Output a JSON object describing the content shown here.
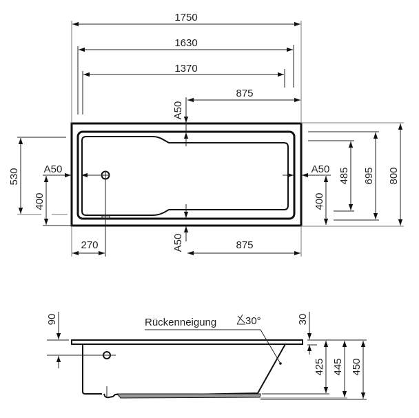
{
  "drawing": {
    "title": "Bathtub dimension drawing",
    "views": [
      "top view",
      "side view"
    ],
    "top_view": {
      "dimensions": {
        "overall_length": "1750",
        "inner_length": "1630",
        "bottom_length": "1370",
        "half_length_top": "875",
        "half_length_bottom": "875",
        "overall_width": "800",
        "inner_width": "695",
        "bottom_width": "485",
        "left_height_530": "530",
        "left_height_400": "400",
        "right_height_400": "400",
        "drain_offset": "270",
        "clearance_top": "A50",
        "clearance_bottom": "A50",
        "clearance_left": "A50",
        "clearance_right": "A50"
      }
    },
    "side_view": {
      "label": "Rückenneigung",
      "angle": "30°",
      "dimensions": {
        "overflow_depth": "90",
        "rim_thickness": "30",
        "height_425": "425",
        "height_445": "445",
        "height_450": "450"
      }
    }
  }
}
